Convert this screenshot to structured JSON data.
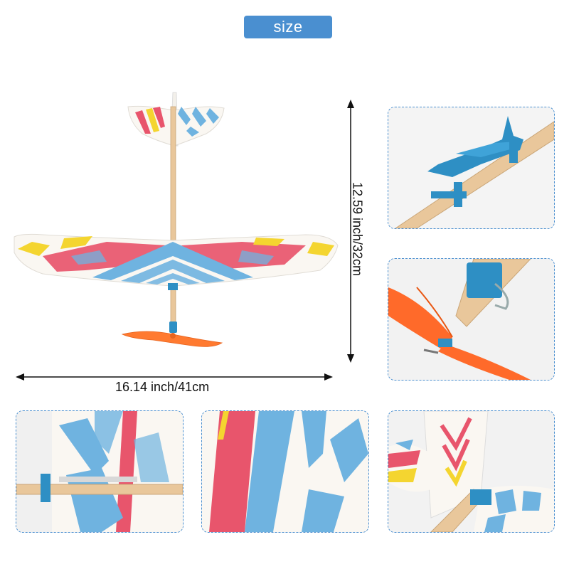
{
  "badge": {
    "label": "size"
  },
  "dimensions": {
    "width_label": "16.14 inch/41cm",
    "height_label": "12.59 inch/32cm"
  },
  "colors": {
    "accent": "#4a8fd0",
    "foam_blue": "#6fb3e0",
    "foam_red": "#e8556c",
    "foam_yellow": "#f4d530",
    "propeller": "#ff7a30",
    "wood": "#e9c79b",
    "clip": "#2e8fc4"
  }
}
